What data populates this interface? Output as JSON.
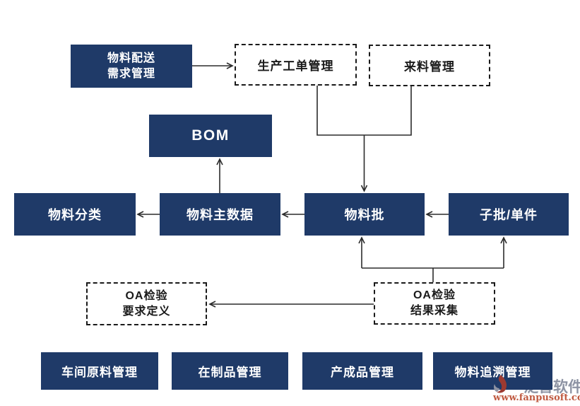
{
  "nodes": {
    "material_delivery": {
      "line1": "物料配送",
      "line2": "需求管理"
    },
    "production_order": {
      "label": "生产工单管理"
    },
    "incoming_material": {
      "label": "来料管理"
    },
    "bom": {
      "label": "BOM"
    },
    "material_category": {
      "label": "物料分类"
    },
    "material_master": {
      "label": "物料主数据"
    },
    "material_batch": {
      "label": "物料批"
    },
    "sub_batch": {
      "label": "子批/单件"
    },
    "oa_inspection_requirement": {
      "line1": "OA检验",
      "line2": "要求定义"
    },
    "oa_inspection_result": {
      "line1": "OA检验",
      "line2": "结果采集"
    },
    "workshop_raw_material": {
      "label": "车间原料管理"
    },
    "work_in_process": {
      "label": "在制品管理"
    },
    "finished_goods": {
      "label": "产成品管理"
    },
    "material_traceability": {
      "label": "物料追溯管理"
    }
  },
  "edges": [
    {
      "from": "material_delivery",
      "to": "production_order",
      "arrow": "right"
    },
    {
      "from": "production_order",
      "to": "material_batch",
      "arrow": "down"
    },
    {
      "from": "incoming_material",
      "to": "material_batch",
      "arrow": "down"
    },
    {
      "from": "material_master",
      "to": "bom",
      "arrow": "up"
    },
    {
      "from": "material_master",
      "to": "material_category",
      "arrow": "left"
    },
    {
      "from": "material_batch",
      "to": "material_master",
      "arrow": "left"
    },
    {
      "from": "sub_batch",
      "to": "material_batch",
      "arrow": "left"
    },
    {
      "from": "oa_inspection_result",
      "to": "material_batch",
      "arrow": "up"
    },
    {
      "from": "oa_inspection_result",
      "to": "sub_batch",
      "arrow": "up"
    },
    {
      "from": "oa_inspection_result",
      "to": "oa_inspection_requirement",
      "arrow": "left"
    }
  ],
  "colors": {
    "solid_node_bg": "#1f3a68",
    "solid_node_text": "#ffffff",
    "dashed_border": "#1a1a1a",
    "connector": "#2b2b2b",
    "background": "#ffffff",
    "watermark_gray": "#8d93a3",
    "watermark_red": "#c05a41"
  },
  "watermark": {
    "logo_text": "泛普软件",
    "url": "www.fanpusoft.com"
  }
}
